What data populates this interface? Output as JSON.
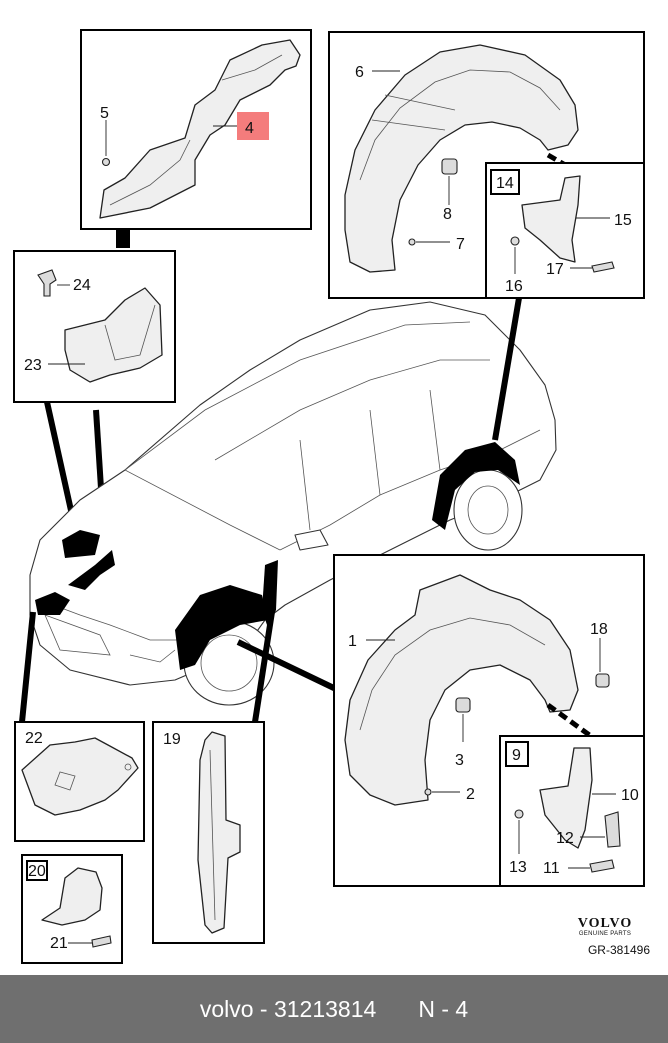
{
  "callouts": {
    "n1": "1",
    "n2": "2",
    "n3": "3",
    "n4": "4",
    "n5": "5",
    "n6": "6",
    "n7": "7",
    "n8": "8",
    "n9": "9",
    "n10": "10",
    "n11": "11",
    "n12": "12",
    "n13": "13",
    "n14": "14",
    "n15": "15",
    "n16": "16",
    "n17": "17",
    "n18": "18",
    "n19": "19",
    "n20": "20",
    "n21": "21",
    "n22": "22",
    "n23": "23",
    "n24": "24"
  },
  "highlight_color": "#f47c7c",
  "brand": {
    "logo": "VOLVO",
    "sub": "GENUINE PARTS",
    "ref": "GR-381496"
  },
  "footer": {
    "part": "volvo - 31213814",
    "position": "N - 4"
  }
}
